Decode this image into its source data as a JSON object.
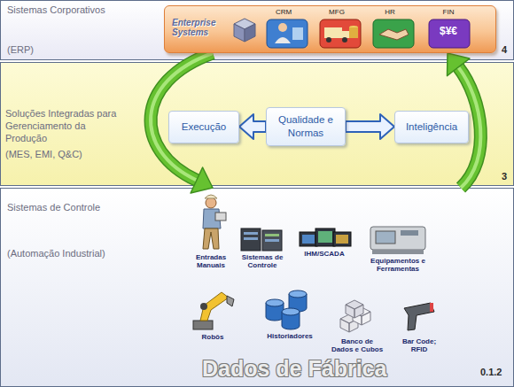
{
  "diagram": {
    "nodes": [
      {
        "text": [
          "Sistemas Corporativos",
          "(ERP)"
        ]
      },
      {
        "text": [
          "Enterprise Systems"
        ],
        "in": 0
      },
      {
        "text": [
          "Soluções Integradas para Gerenciamento da Produção",
          "(MES, EMI, Q&C)"
        ]
      },
      {
        "text": [
          "Execução"
        ],
        "in": 2
      },
      {
        "text": [
          "Qualidade e Normas"
        ],
        "in": 2
      },
      {
        "text": [
          "Inteligência"
        ],
        "in": 2
      },
      {
        "text": [
          "Sistemas de Controle",
          "(Automação Industrial)"
        ]
      }
    ],
    "edges": [
      {
        "from": 4,
        "to": 3,
        "arrow": "to"
      },
      {
        "from": 4,
        "to": 5,
        "arrow": "to"
      },
      {
        "from": 1,
        "to": 6,
        "arrow": "to"
      },
      {
        "from": 6,
        "to": 1,
        "arrow": "to"
      }
    ],
    "labels": [
      "CRM",
      "MFG",
      "HR",
      "FIN",
      "$¥€",
      "4",
      "3",
      "Entradas Manuais",
      "Sistemas de Controle",
      "IHM/SCADA",
      "Equipamentos e Ferramentas",
      "Robôs",
      "Historiadores",
      "Banco de Dados e Cubos",
      "Bar Code; RFID",
      "Dados de Fábrica",
      "0.1.2"
    ]
  }
}
